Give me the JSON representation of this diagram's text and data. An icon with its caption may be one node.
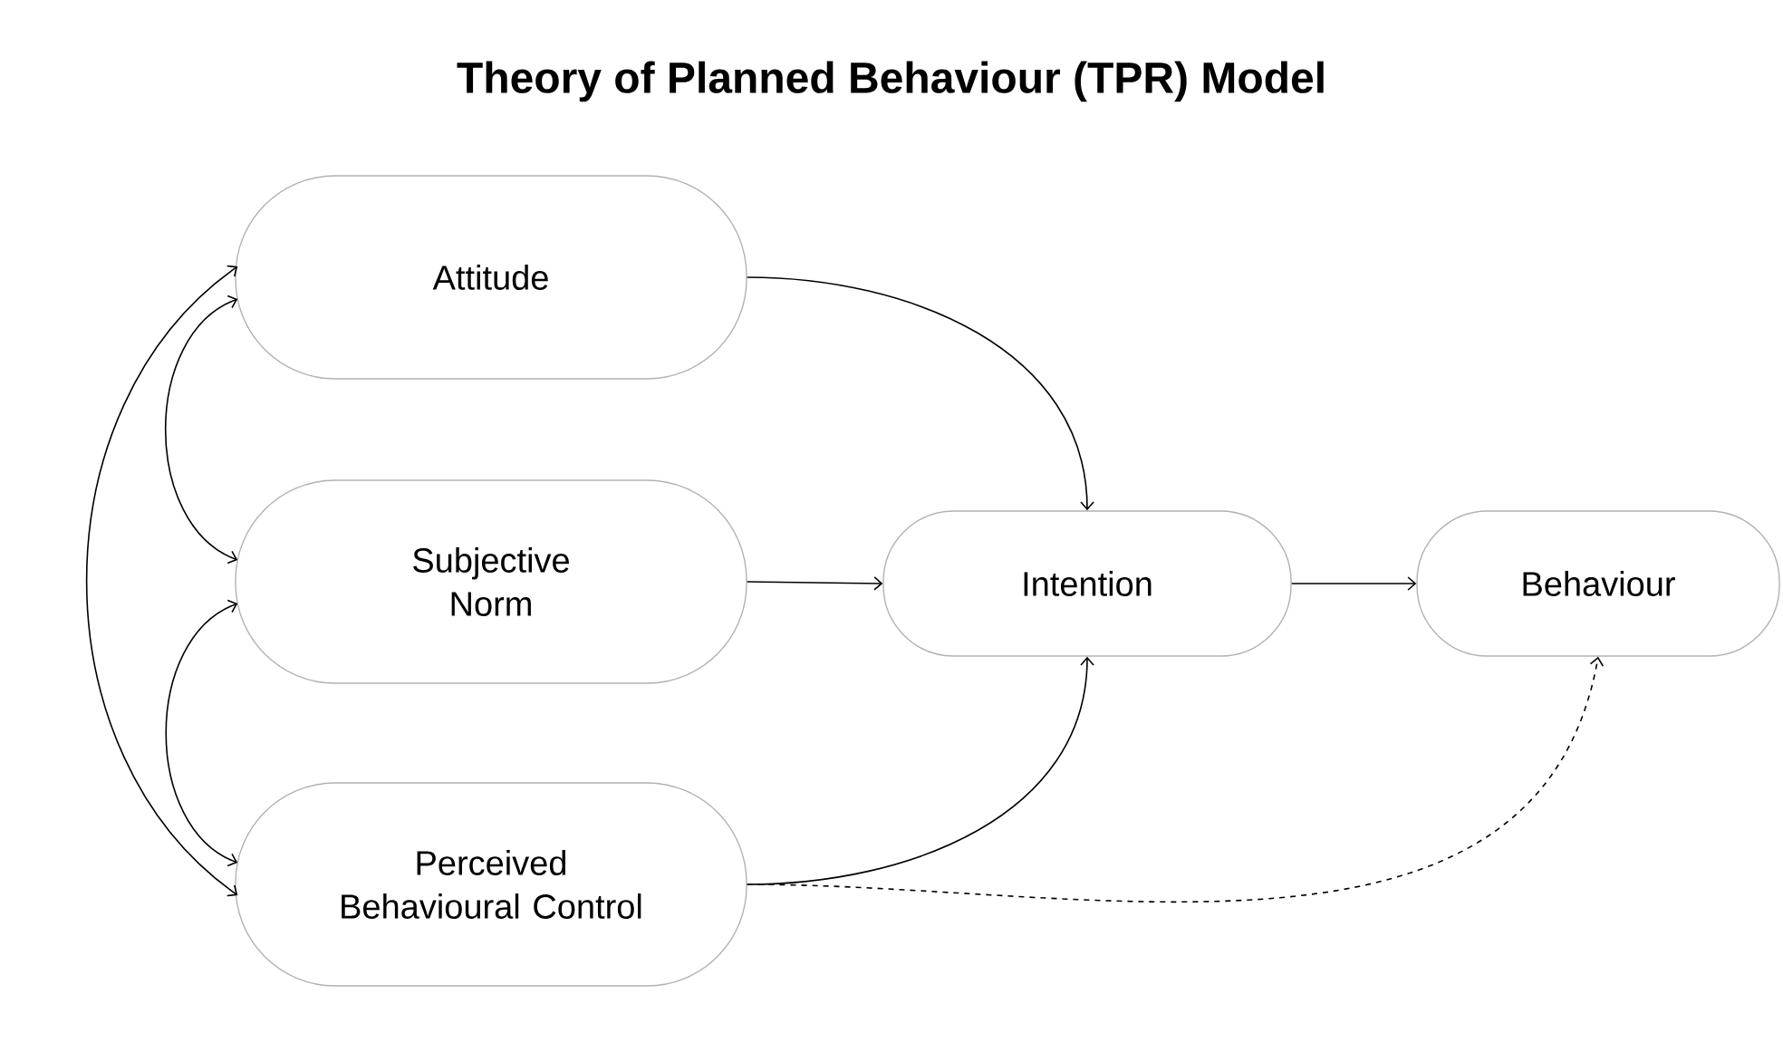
{
  "diagram": {
    "title": "Theory of Planned Behaviour (TPR) Model",
    "nodes": [
      {
        "text": [
          "Attitude"
        ]
      },
      {
        "text": [
          "Subjective Norm"
        ]
      },
      {
        "text": [
          "Perceived Behavioural Control"
        ]
      },
      {
        "text": [
          "Intention"
        ]
      },
      {
        "text": [
          "Behaviour"
        ]
      }
    ],
    "edges": [
      {
        "from": 0,
        "to": 3,
        "arrow": "to"
      },
      {
        "from": 1,
        "to": 3,
        "arrow": "to"
      },
      {
        "from": 2,
        "to": 3,
        "arrow": "to"
      },
      {
        "from": 3,
        "to": 4,
        "arrow": "to"
      },
      {
        "from": 2,
        "to": 4,
        "arrow": "to",
        "style": "dashed"
      },
      {
        "from": 0,
        "to": 1,
        "arrow": "both"
      },
      {
        "from": 1,
        "to": 2,
        "arrow": "both"
      },
      {
        "from": 0,
        "to": 2,
        "arrow": "both"
      }
    ]
  }
}
